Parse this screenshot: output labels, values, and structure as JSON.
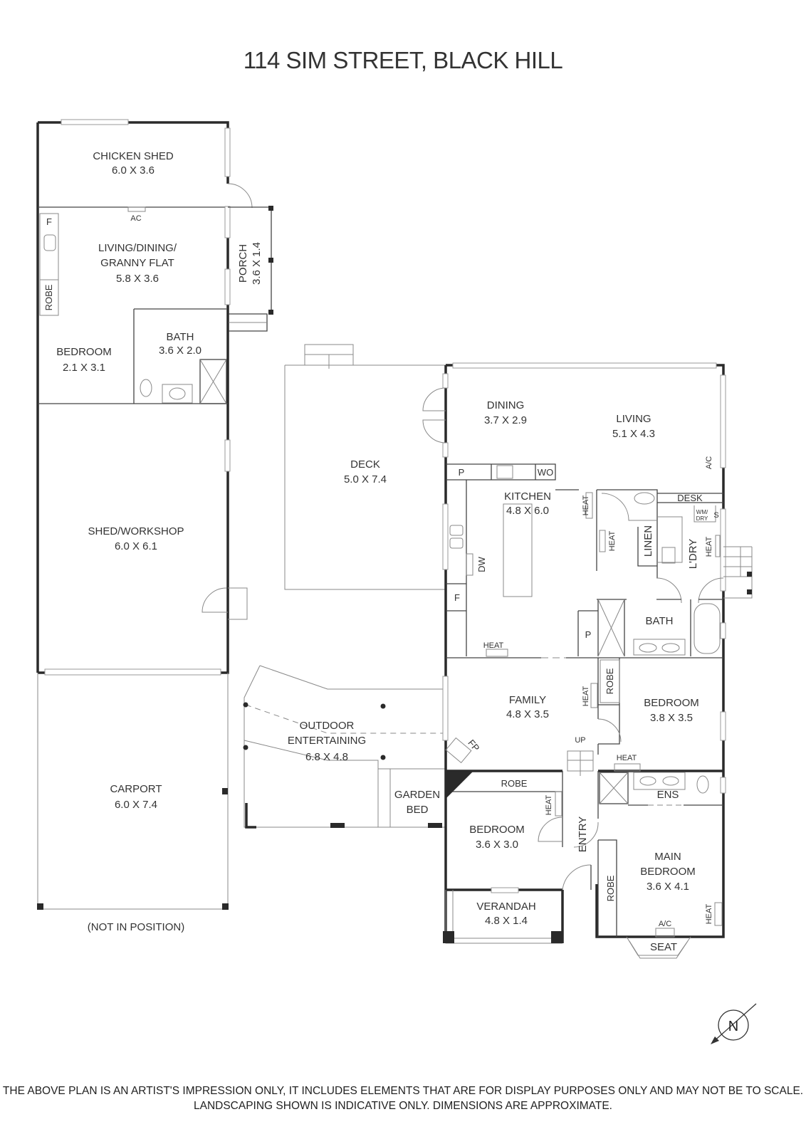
{
  "title": "114 SIM STREET, BLACK HILL",
  "rooms": {
    "chicken_shed": {
      "name": "CHICKEN SHED",
      "size": "6.0 X 3.6"
    },
    "granny_flat": {
      "name1": "LIVING/DINING/",
      "name2": "GRANNY FLAT",
      "size": "5.8 X 3.6"
    },
    "porch": {
      "name": "PORCH",
      "size": "3.6 X 1.4"
    },
    "flat_bedroom": {
      "name": "BEDROOM",
      "size": "2.1 X 3.1"
    },
    "flat_bath": {
      "name": "BATH",
      "size": "3.6 X 2.0"
    },
    "shed_workshop": {
      "name": "SHED/WORKSHOP",
      "size": "6.0 X 6.1"
    },
    "carport": {
      "name": "CARPORT",
      "size": "6.0 X 7.4",
      "note": "(NOT IN POSITION)"
    },
    "deck": {
      "name": "DECK",
      "size": "5.0 X 7.4"
    },
    "dining": {
      "name": "DINING",
      "size": "3.7 X 2.9"
    },
    "living": {
      "name": "LIVING",
      "size": "5.1 X 4.3"
    },
    "kitchen": {
      "name": "KITCHEN",
      "size": "4.8 X 6.0"
    },
    "outdoor": {
      "name1": "OUTDOOR",
      "name2": "ENTERTAINING",
      "size": "6.8 X 4.8"
    },
    "garden_bed": {
      "name1": "GARDEN",
      "name2": "BED"
    },
    "family": {
      "name": "FAMILY",
      "size": "4.8 X 3.5"
    },
    "bedroom2": {
      "name": "BEDROOM",
      "size": "3.8 X 3.5"
    },
    "bath": {
      "name": "BATH"
    },
    "bedroom3": {
      "name": "BEDROOM",
      "size": "3.6 X 3.0"
    },
    "verandah": {
      "name": "VERANDAH",
      "size": "4.8 X 1.4"
    },
    "entry": {
      "name": "ENTRY"
    },
    "main_bedroom": {
      "name1": "MAIN",
      "name2": "BEDROOM",
      "size": "3.6 X 4.1"
    },
    "ensuite": {
      "name": "ENS"
    },
    "laundry": {
      "name": "L'DRY"
    },
    "linen": {
      "name": "LINEN"
    },
    "seat": {
      "name": "SEAT"
    }
  },
  "fixtures": {
    "f": "F",
    "ac": "AC",
    "a_c": "A/C",
    "robe": "ROBE",
    "p": "P",
    "wo": "WO",
    "dw": "DW",
    "heat": "HEAT",
    "desk": "DESK",
    "wm_dry1": "WM/",
    "wm_dry2": "DRY",
    "s": "S",
    "up": "UP",
    "fp": "FP"
  },
  "compass": {
    "label": "N"
  },
  "disclaimer": {
    "line1": "THE ABOVE PLAN IS AN ARTIST'S IMPRESSION ONLY, IT INCLUDES ELEMENTS THAT ARE FOR DISPLAY PURPOSES ONLY AND MAY NOT BE TO SCALE.",
    "line2": "LANDSCAPING SHOWN IS INDICATIVE ONLY. DIMENSIONS ARE APPROXIMATE."
  }
}
